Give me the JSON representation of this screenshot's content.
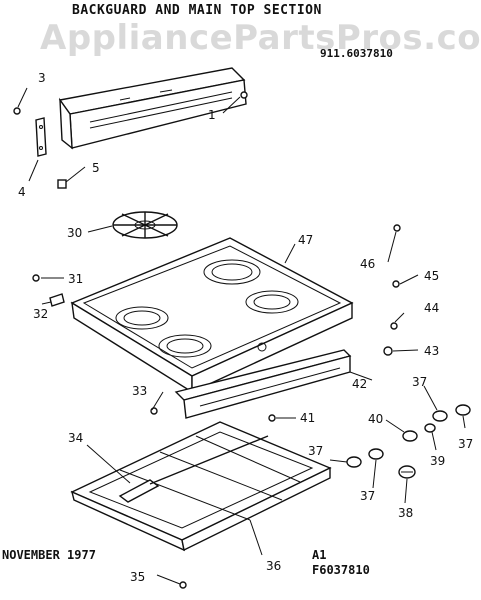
{
  "header": {
    "title": "BACKGUARD AND MAIN TOP SECTION",
    "part_number": "911.6037810",
    "watermark": "AppliancePartsPros.com"
  },
  "footer": {
    "date": "NOVEMBER 1977",
    "code_a": "A1",
    "code_b": "F6037810"
  },
  "callouts": {
    "c1": "1",
    "c3": "3",
    "c4": "4",
    "c5": "5",
    "c30": "30",
    "c31": "31",
    "c32": "32",
    "c33": "33",
    "c34": "34",
    "c35": "35",
    "c36": "36",
    "c37a": "37",
    "c37b": "37",
    "c37c": "37",
    "c37d": "37",
    "c38": "38",
    "c39": "39",
    "c40": "40",
    "c41": "41",
    "c42": "42",
    "c43": "43",
    "c44": "44",
    "c45": "45",
    "c46": "46",
    "c47": "47"
  }
}
